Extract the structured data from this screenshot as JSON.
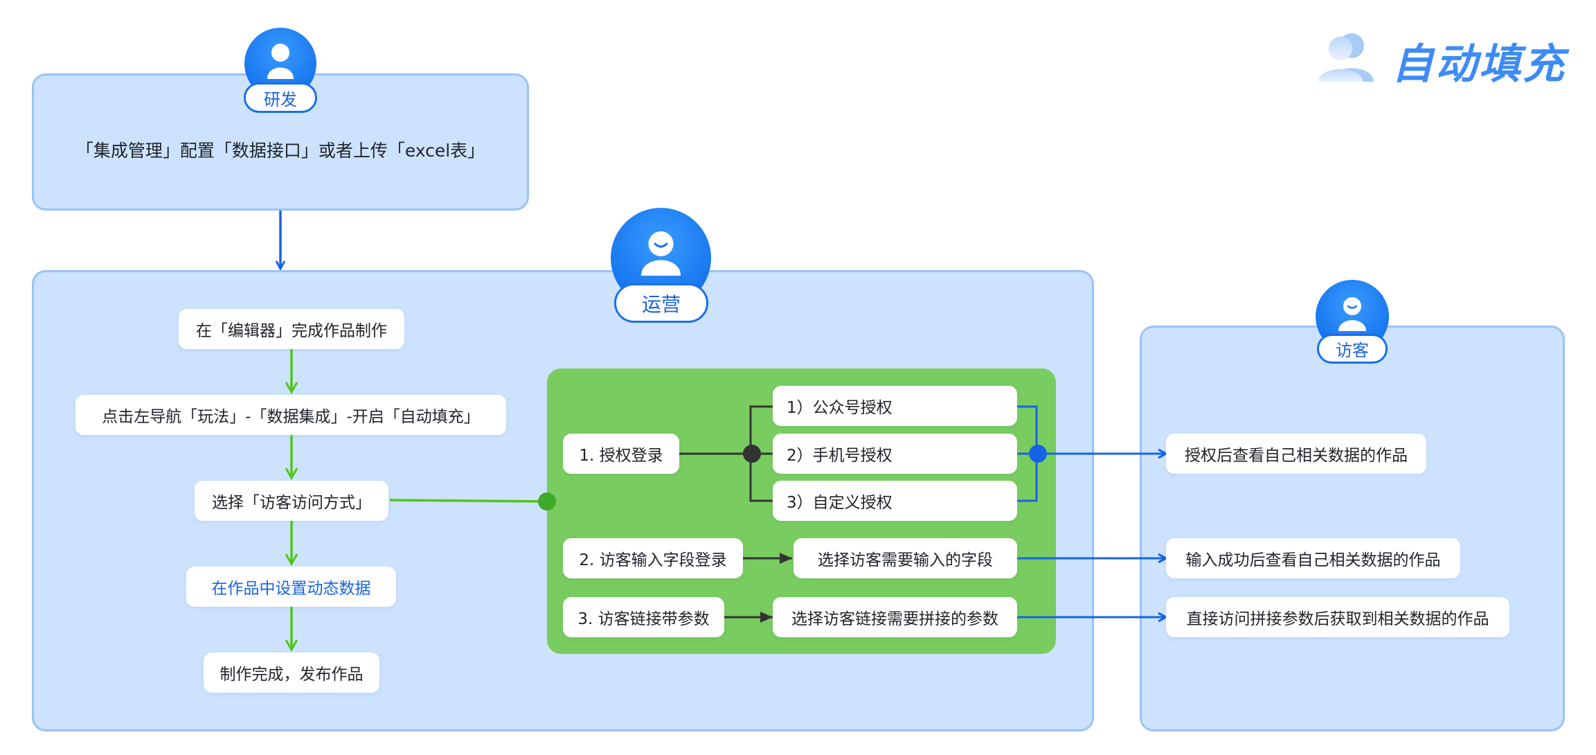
{
  "title": {
    "text": "自动填充",
    "icon": "users-icon",
    "color": "#3d8bf5"
  },
  "roles": {
    "dev": "研发",
    "ops": "运营",
    "visitor": "访客"
  },
  "dev_panel": {
    "text": "「集成管理」配置「数据接口」或者上传「excel表」"
  },
  "ops_steps": [
    "在「编辑器」完成作品制作",
    "点击左导航「玩法」-「数据集成」-开启「自动填充」",
    "选择「访客访问方式」",
    "在作品中设置动态数据",
    "制作完成，发布作品"
  ],
  "access_methods": {
    "auth_login": "1. 授权登录",
    "auth_options": [
      "1）公众号授权",
      "2）手机号授权",
      "3）自定义授权"
    ],
    "field_login": "2. 访客输入字段登录",
    "field_select": "选择访客需要输入的字段",
    "link_param": "3. 访客链接带参数",
    "link_select": "选择访客链接需要拼接的参数"
  },
  "visitor_results": [
    "授权后查看自己相关数据的作品",
    "输入成功后查看自己相关数据的作品",
    "直接访问拼接参数后获取到相关数据的作品"
  ],
  "colors": {
    "panel_fill": "#cce2fd",
    "panel_border": "#99c2f8",
    "green_box": "#79cc5f",
    "green_arrow": "#52c41a",
    "blue_arrow": "#1664e5",
    "dark_connector": "#333333",
    "highlight_text": "#1664e5"
  }
}
